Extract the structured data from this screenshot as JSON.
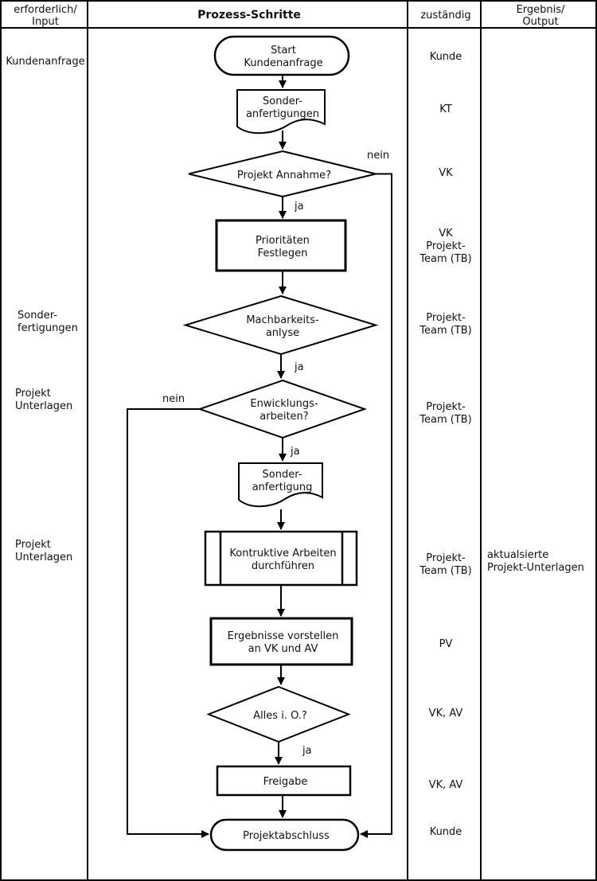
{
  "header": {
    "input": "erforderlich/\nInput",
    "process": "Prozess-Schritte",
    "responsible": "zuständig",
    "output": "Ergebnis/\nOutput"
  },
  "lanes": {
    "input": {
      "items": [
        {
          "label": "Kundenanfrage"
        },
        {
          "label": "Sonder-\nfertigungen"
        },
        {
          "label": "Projekt\nUnterlagen"
        },
        {
          "label": "Projekt\nUnterlagen"
        }
      ]
    },
    "responsible": {
      "items": [
        {
          "label": "Kunde"
        },
        {
          "label": "KT"
        },
        {
          "label": "VK"
        },
        {
          "label": "VK\nProjekt-\nTeam (TB)"
        },
        {
          "label": "Projekt-\nTeam (TB)"
        },
        {
          "label": "Projekt-\nTeam (TB)"
        },
        {
          "label": "Projekt-\nTeam (TB)"
        },
        {
          "label": "PV"
        },
        {
          "label": "VK, AV"
        },
        {
          "label": "VK, AV"
        },
        {
          "label": "Kunde"
        }
      ]
    },
    "output": {
      "items": [
        {
          "label": "aktualsierte\nProjekt-Unterlagen"
        }
      ]
    }
  },
  "flowchart": {
    "nodes": [
      {
        "id": "start",
        "type": "terminator",
        "label": "Start\nKundenanfrage"
      },
      {
        "id": "doc-sonderanfertigungen",
        "type": "document",
        "label": "Sonder-\nanfertigungen"
      },
      {
        "id": "projekt-annahme",
        "type": "decision",
        "label": "Projekt Annahme?"
      },
      {
        "id": "prioritaeten-festlegen",
        "type": "process",
        "label": "Prioritäten\nFestlegen"
      },
      {
        "id": "machbarkeitsanalyse",
        "type": "decision",
        "label": "Machbarkeits-\nanlyse"
      },
      {
        "id": "entwicklungsarbeiten",
        "type": "decision",
        "label": "Enwicklungs-\narbeiten?"
      },
      {
        "id": "doc-sonderanfertigung",
        "type": "document",
        "label": "Sonder-\nanfertigung"
      },
      {
        "id": "konstruktive-arbeiten",
        "type": "subprocess",
        "label": "Kontruktive Arbeiten\ndurchführen"
      },
      {
        "id": "ergebnisse-vorstellen",
        "type": "process",
        "label": "Ergebnisse vorstellen\nan VK und AV"
      },
      {
        "id": "alles-io",
        "type": "decision",
        "label": "Alles i. O.?"
      },
      {
        "id": "freigabe",
        "type": "process",
        "label": "Freigabe"
      },
      {
        "id": "projektabschluss",
        "type": "terminator",
        "label": "Projektabschluss"
      }
    ],
    "edge_labels": {
      "yes": "ja",
      "no": "nein"
    }
  },
  "colors": {
    "stroke": "#000000",
    "background": "#ffffff",
    "text": "#111111"
  }
}
